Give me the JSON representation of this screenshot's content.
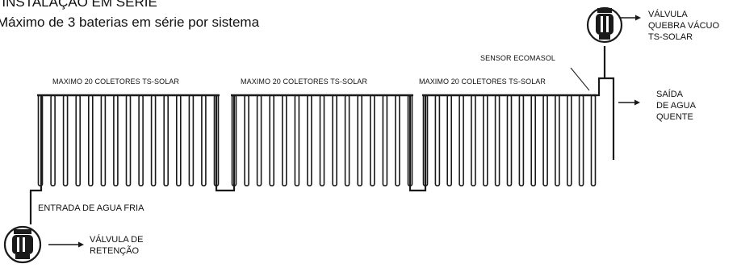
{
  "heading": {
    "line1": "- INSTALAÇÃO EM SÉRIE",
    "line2": "Máximo de 3 baterias em série por sistema"
  },
  "batteries": [
    {
      "label": "MAXIMO 20 COLETORES TS-SOLAR",
      "tubes": 15
    },
    {
      "label": "MAXIMO 20 COLETORES TS-SOLAR",
      "tubes": 15
    },
    {
      "label": "MAXIMO 20 COLETORES TS-SOLAR",
      "tubes": 15
    }
  ],
  "labels": {
    "sensor": "SENSOR ECOMASOL",
    "vacuum_valve": [
      "VÁLVULA",
      "QUEBRA VÁCUO",
      "TS-SOLAR"
    ],
    "hot_water_outlet": [
      "SAÍDA",
      "DE AGUA",
      "QUENTE"
    ],
    "cold_water_inlet": "ENTRADA DE AGUA FRIA",
    "check_valve": [
      "VÁLVULA DE",
      "RETENÇÃO"
    ]
  },
  "colors": {
    "line": "#1a1a1a",
    "valve": "#1a1a1a"
  },
  "icons": {
    "vacuum_valve": "valve-icon",
    "check_valve": "valve-icon",
    "arrows": "arrow-right-icon"
  }
}
